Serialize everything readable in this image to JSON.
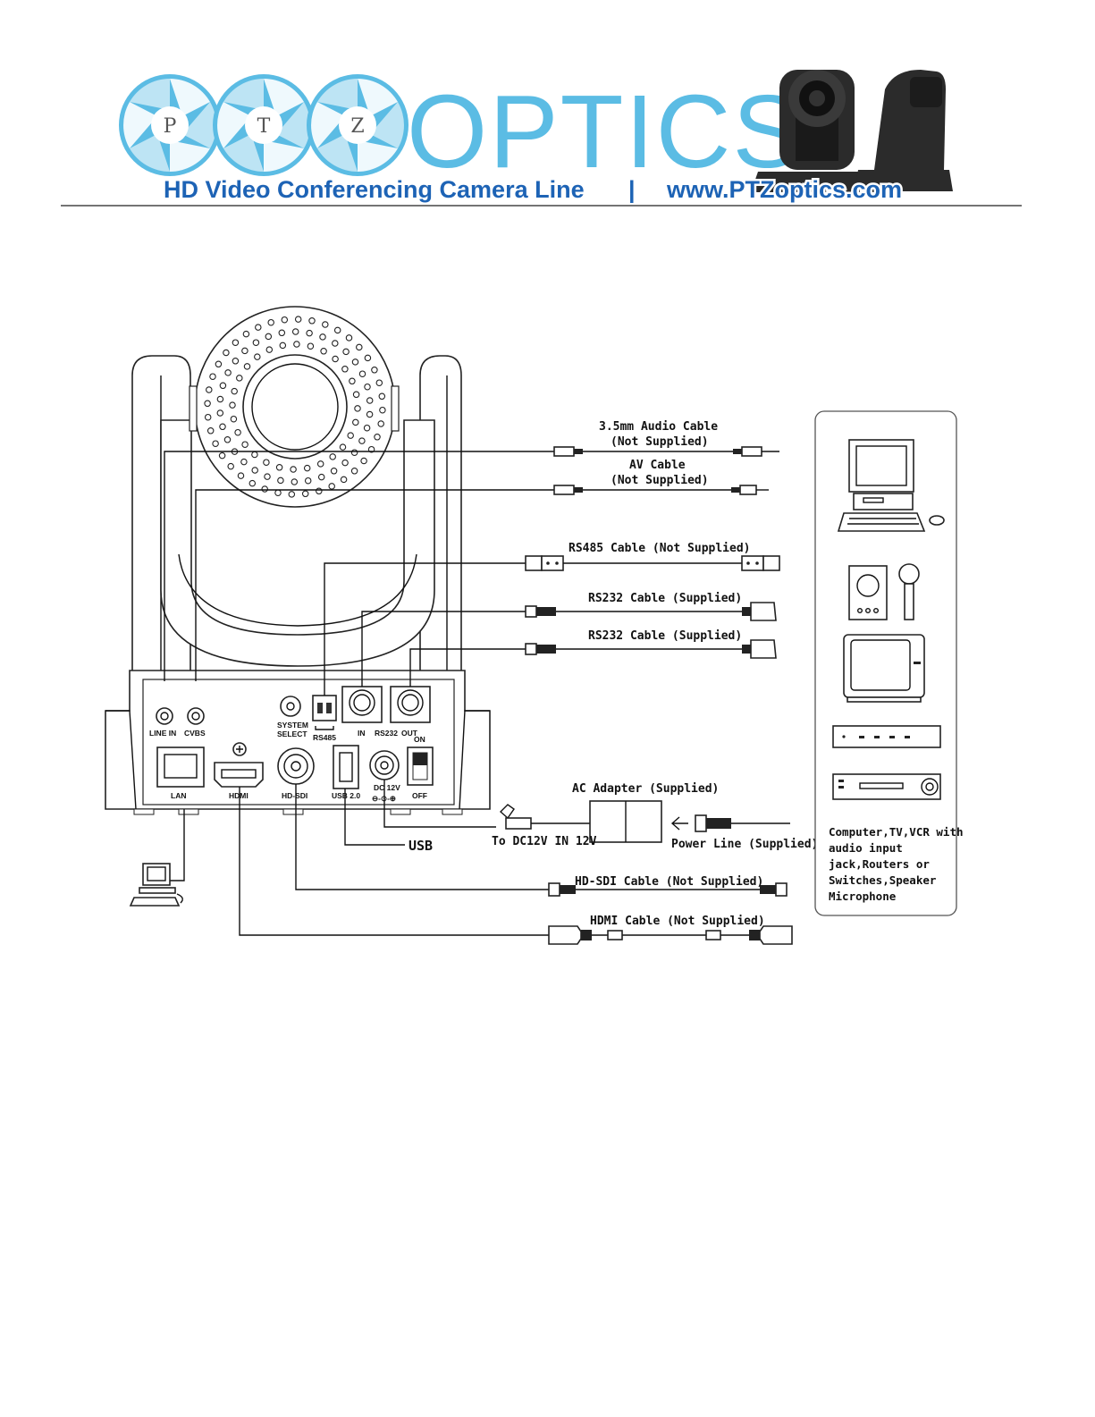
{
  "header": {
    "lens_letters": [
      "P",
      "T",
      "Z"
    ],
    "brand_word": "OPTICS",
    "tagline_left": "HD Video Conferencing Camera Line",
    "tagline_sep": "|",
    "tagline_right": "www.PTZoptics.com"
  },
  "panel": {
    "line_in": "LINE IN",
    "cvbs": "CVBS",
    "system": "SYSTEM",
    "select": "SELECT",
    "rs485": "RS485",
    "in": "IN",
    "rs232": "RS232",
    "out": "OUT",
    "on": "ON",
    "off": "OFF",
    "lan": "LAN",
    "hdmi": "HDMI",
    "hd_sdi": "HD-SDI",
    "usb20": "USB 2.0",
    "dc12v": "DC 12V"
  },
  "cables": {
    "audio_line1": "3.5mm Audio Cable",
    "audio_line2": "(Not Supplied)",
    "av_line1": "AV Cable",
    "av_line2": "(Not Supplied)",
    "rs485": "RS485 Cable (Not Supplied)",
    "rs232_a": "RS232 Cable (Supplied)",
    "rs232_b": "RS232 Cable (Supplied)",
    "ac_adapter": "AC Adapter (Supplied)",
    "to_dc": "To DC12V IN 12V",
    "power_line": "Power Line (Supplied)",
    "usb": "USB",
    "hdsdi": "HD-SDI Cable (Not Supplied)",
    "hdmi": "HDMI Cable (Not Supplied)"
  },
  "devices_box": {
    "line1": "Computer,TV,VCR with",
    "line2": "audio input",
    "line3": "jack,Routers or",
    "line4": "Switches,Speaker",
    "line5": "Microphone"
  }
}
